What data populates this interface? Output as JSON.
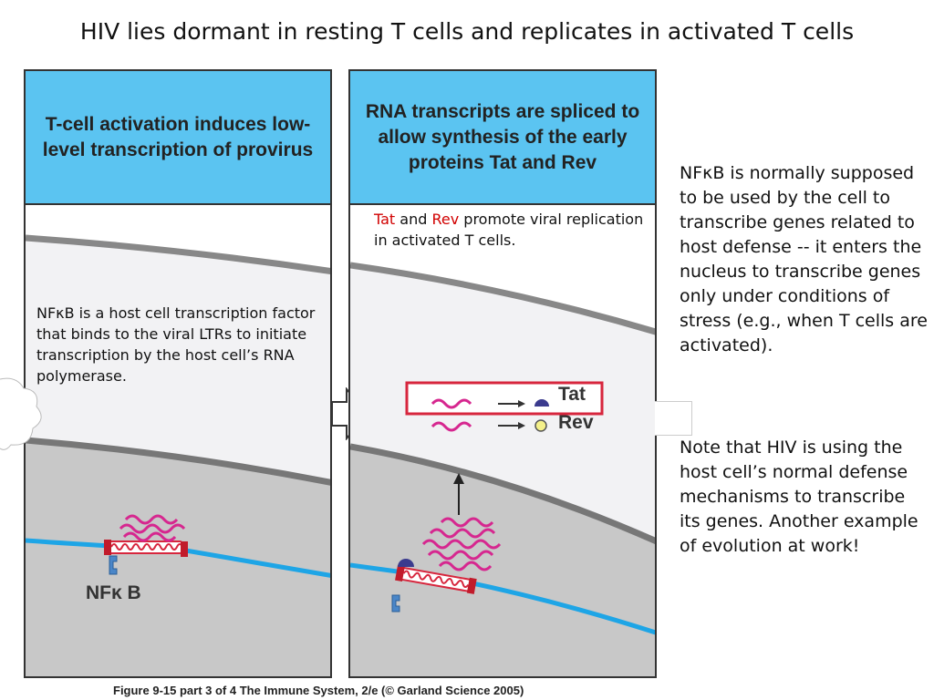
{
  "slide": {
    "title": "HIV lies dormant in resting T cells and replicates in activated T cells"
  },
  "left_panel": {
    "header": "T-cell activation induces low-level transcription of provirus",
    "caption": "NFκB is a host cell transcription factor that binds to the viral LTRs to initiate transcription by the host cell’s RNA polymerase.",
    "nfkb_label": "NFκ B"
  },
  "right_panel": {
    "header": "RNA transcripts are spliced to allow synthesis of the early proteins Tat and Rev",
    "caption_tat": "Tat",
    "caption_and": " and ",
    "caption_rev": "Rev",
    "caption_rest": " promote viral replication in activated T cells.",
    "tat_label": "Tat",
    "rev_label": "Rev"
  },
  "side_notes": {
    "note1": "NFκB is normally supposed to be used by the cell to transcribe genes related to host defense -- it enters the nucleus to transcribe genes only under conditions of stress (e.g., when T cells are activated).",
    "note2": "Note that HIV is using the host cell’s normal defense mechanisms to transcribe its genes. Another example of evolution at work!"
  },
  "figure_caption": "Figure 9-15 part 3 of 4  The Immune System, 2/e (© Garland Science 2005)",
  "colors": {
    "header_blue": "#5bc4f1",
    "dna_blue": "#1ea5e6",
    "rna_magenta": "#d6278f",
    "provirus_red": "#d7263d",
    "highlight_red": "#d10000"
  }
}
